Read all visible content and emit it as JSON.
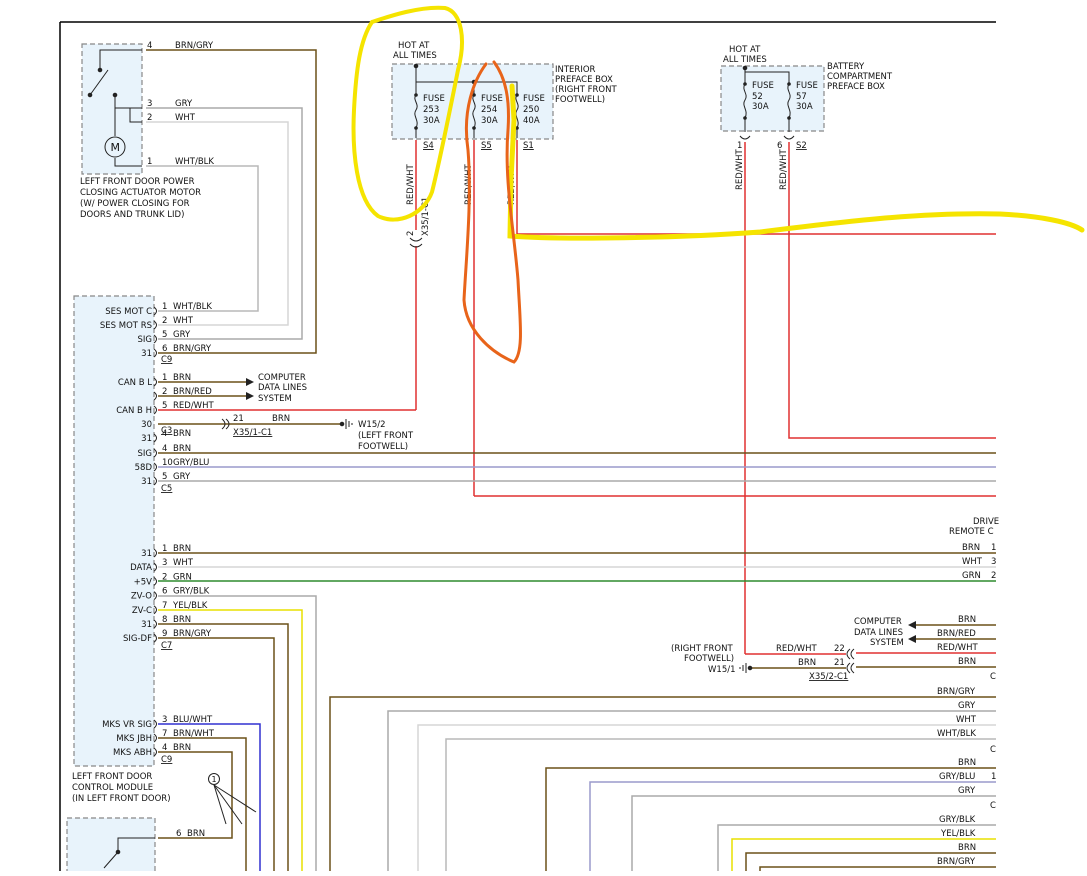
{
  "fuse_box_interior": {
    "hot": [
      "HOT AT",
      "ALL TIMES"
    ],
    "title": [
      "INTERIOR",
      "PREFACE BOX",
      "(RIGHT FRONT",
      "FOOTWELL)"
    ],
    "fuses": [
      {
        "label": "FUSE",
        "num": "253",
        "amp": "30A",
        "splice": "S4"
      },
      {
        "label": "FUSE",
        "num": "254",
        "amp": "30A",
        "splice": "S5"
      },
      {
        "label": "FUSE",
        "num": "250",
        "amp": "40A",
        "splice": "S1"
      }
    ]
  },
  "fuse_box_battery": {
    "hot": [
      "HOT AT",
      "ALL TIMES"
    ],
    "title": [
      "BATTERY",
      "COMPARTMENT",
      "PREFACE BOX"
    ],
    "fuses": [
      {
        "label": "FUSE",
        "num": "52",
        "amp": "30A",
        "pin": "1"
      },
      {
        "label": "FUSE",
        "num": "57",
        "amp": "30A",
        "pin": "6",
        "splice": "S2"
      }
    ]
  },
  "motor": {
    "symbol": "M",
    "title": [
      "LEFT FRONT DOOR POWER",
      "CLOSING ACTUATOR MOTOR",
      "(W/ POWER CLOSING FOR",
      "DOORS AND TRUNK LID)"
    ],
    "pins": [
      {
        "pin": "4",
        "wire": "BRN/GRY"
      },
      {
        "pin": "3",
        "wire": "GRY"
      },
      {
        "pin": "2",
        "wire": "WHT"
      },
      {
        "pin": "1",
        "wire": "WHT/BLK"
      }
    ]
  },
  "vertical_wires": {
    "fuse253": "RED/WHT",
    "fuse254": "RED/WHT",
    "fuse250": "RED/WHT",
    "fuse52": "RED/WHT",
    "fuse57": "RED/WHT",
    "conn_x35_c1": "X35/1-C1",
    "conn_x35_pin": "2"
  },
  "module": {
    "title": [
      "LEFT FRONT DOOR",
      "CONTROL MODULE",
      "(IN LEFT FRONT DOOR)"
    ],
    "c9a": {
      "name": "C9",
      "rows": [
        {
          "sig": "SES MOT C",
          "pin": "1",
          "wire": "WHT/BLK"
        },
        {
          "sig": "SES MOT RS",
          "pin": "2",
          "wire": "WHT"
        },
        {
          "sig": "SIG",
          "pin": "5",
          "wire": "GRY"
        },
        {
          "sig": "31",
          "pin": "6",
          "wire": "BRN/GRY"
        }
      ]
    },
    "c3": {
      "name": "C3",
      "rows": [
        {
          "sig": "CAN B L",
          "pin": "1",
          "wire": "BRN"
        },
        {
          "sig": "",
          "pin": "2",
          "wire": "BRN/RED"
        },
        {
          "sig": "CAN B H",
          "pin": "5",
          "wire": "RED/WHT"
        },
        {
          "sig": "30",
          "pin": "",
          "wire": ""
        },
        {
          "sig": "31",
          "pin": "4",
          "wire": "BRN"
        }
      ],
      "cdl": [
        "COMPUTER",
        "DATA LINES",
        "SYSTEM"
      ],
      "ground_pin": "21",
      "ground_wire": "BRN",
      "ground_conn": "X35/1-C1",
      "ground_name": [
        "W15/2",
        "(LEFT FRONT",
        "FOOTWELL)"
      ]
    },
    "c5": {
      "name": "C5",
      "rows": [
        {
          "sig": "SIG",
          "pin": "4",
          "wire": "BRN"
        },
        {
          "sig": "58D",
          "pin": "10",
          "wire": "GRY/BLU"
        },
        {
          "sig": "31",
          "pin": "5",
          "wire": "GRY"
        }
      ]
    },
    "c7": {
      "name": "C7",
      "rows": [
        {
          "sig": "31",
          "pin": "1",
          "wire": "BRN"
        },
        {
          "sig": "DATA",
          "pin": "3",
          "wire": "WHT"
        },
        {
          "sig": "+5V",
          "pin": "2",
          "wire": "GRN"
        },
        {
          "sig": "ZV-O",
          "pin": "6",
          "wire": "GRY/BLK"
        },
        {
          "sig": "ZV-C",
          "pin": "7",
          "wire": "YEL/BLK"
        },
        {
          "sig": "31",
          "pin": "8",
          "wire": "BRN"
        },
        {
          "sig": "SIG-DF",
          "pin": "9",
          "wire": "BRN/GRY"
        }
      ]
    },
    "c9b": {
      "name": "C9",
      "rows": [
        {
          "sig": "MKS VR SIG",
          "pin": "3",
          "wire": "BLU/WHT"
        },
        {
          "sig": "MKS JBH",
          "pin": "7",
          "wire": "BRN/WHT"
        },
        {
          "sig": "MKS ABH",
          "pin": "4",
          "wire": "BRN"
        }
      ]
    },
    "callout": "1",
    "bottom_pin": "6",
    "bottom_wire": "BRN"
  },
  "right_side": {
    "driver_label": [
      "DRIVE",
      "REMOTE C"
    ],
    "driver_rows": [
      {
        "wire": "BRN",
        "pin": "1"
      },
      {
        "wire": "WHT",
        "pin": "3"
      },
      {
        "wire": "GRN",
        "pin": "2"
      }
    ],
    "cdl": [
      "COMPUTER",
      "DATA LINES",
      "SYSTEM"
    ],
    "cdl_rows": [
      "BRN",
      "BRN/RED",
      "RED/WHT",
      "BRN"
    ],
    "rf_label": [
      "(RIGHT FRONT",
      "FOOTWELL)"
    ],
    "w15_1": "W15/1",
    "x35_2": "X35/2-C1",
    "x35_2_rows": [
      {
        "wire": "RED/WHT",
        "pin": "22"
      },
      {
        "wire": "BRN",
        "pin": "21"
      }
    ],
    "block1": [
      "BRN/GRY",
      "GRY",
      "WHT",
      "WHT/BLK"
    ],
    "block2": [
      {
        "wire": "BRN",
        "pin": ""
      },
      {
        "wire": "GRY/BLU",
        "pin": "1"
      },
      {
        "wire": "GRY",
        "pin": ""
      }
    ],
    "block3": [
      "GRY/BLK",
      "YEL/BLK",
      "BRN",
      "BRN/GRY"
    ],
    "edge_letter": "C"
  },
  "annotations": {
    "yellow": "#f5e400",
    "orange": "#e8641a"
  },
  "colors": {
    "brn": "#6b5118",
    "gry": "#aaaaaa",
    "wht": "#d6d6d6",
    "red": "#e03030",
    "grn": "#2e8b2e",
    "yel": "#e8e000",
    "blu": "#3030d0",
    "gryblu": "#9a9acc"
  }
}
